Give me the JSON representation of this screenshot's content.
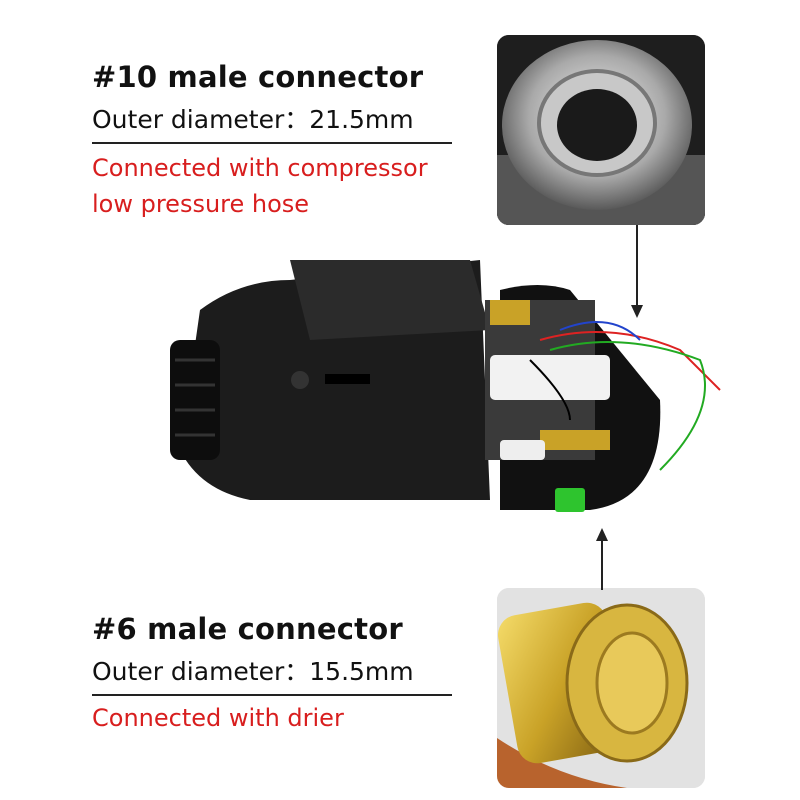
{
  "top_callout": {
    "title": "#10 male connector",
    "spec": "Outer diameter：21.5mm",
    "note_line1": "Connected with compressor",
    "note_line2": "low pressure hose"
  },
  "bottom_callout": {
    "title": "#6 male connector",
    "spec": "Outer diameter：15.5mm",
    "note_line1": "Connected with drier"
  },
  "colors": {
    "note": "#d81e1e",
    "text": "#111111",
    "brass": "#c9a227",
    "green_cap": "#2ec42e"
  }
}
